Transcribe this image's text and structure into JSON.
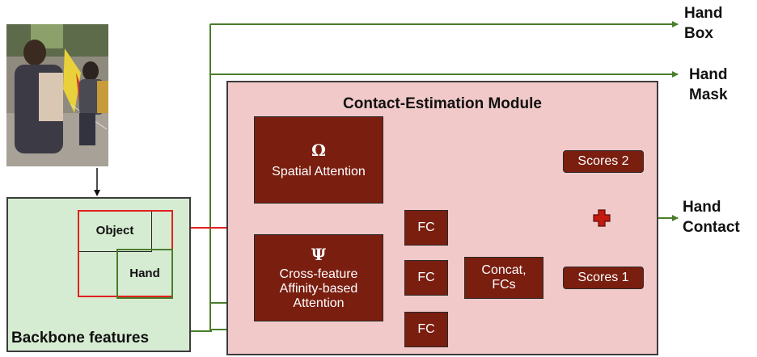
{
  "module_title": "Contact-Estimation Module",
  "backbone_label": "Backbone features",
  "object_label": "Object",
  "hand_label": "Hand",
  "omega_symbol": "Ω",
  "spatial_attention": "Spatial Attention",
  "psi_symbol": "Ψ",
  "cross_feature_lines": [
    "Cross-feature",
    "Affinity-based",
    "Attention"
  ],
  "fc_label": "FC",
  "concat_lines": [
    "Concat,",
    "FCs"
  ],
  "scores2": "Scores 2",
  "scores1": "Scores 1",
  "outputs": {
    "hand_box": [
      "Hand",
      "Box"
    ],
    "hand_mask": [
      "Hand",
      "Mask"
    ],
    "hand_contact": [
      "Hand",
      "Contact"
    ]
  },
  "colors": {
    "dark_red": "#7a1e10",
    "green_arrow": "#4a7d2a",
    "red_arrow": "#e02020",
    "module_bg": "#f2c9c9",
    "backbone_bg": "#d6ecd2"
  }
}
